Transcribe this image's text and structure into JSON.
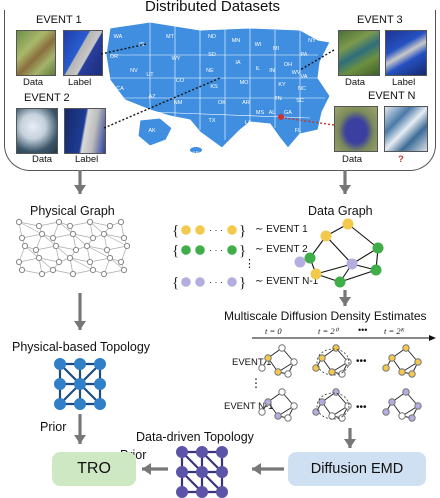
{
  "header": {
    "title": "Distributed Datasets"
  },
  "events": [
    {
      "title": "EVENT 1",
      "data_label": "Data",
      "label_label": "Label"
    },
    {
      "title": "EVENT 2",
      "data_label": "Data",
      "label_label": "Label"
    },
    {
      "title": "EVENT 3",
      "data_label": "Data",
      "label_label": "Label"
    },
    {
      "title": "EVENT N",
      "data_label": "Data",
      "label_label": "?"
    }
  ],
  "states": [
    "WA",
    "OR",
    "CA",
    "NV",
    "ID",
    "MT",
    "WY",
    "UT",
    "AZ",
    "CO",
    "NM",
    "ND",
    "SD",
    "NE",
    "KS",
    "OK",
    "TX",
    "MN",
    "IA",
    "MO",
    "AR",
    "LA",
    "WI",
    "IL",
    "MI",
    "IN",
    "OH",
    "KY",
    "TN",
    "MS",
    "AL",
    "GA",
    "FL",
    "SC",
    "NC",
    "VA",
    "WV",
    "PA",
    "NY",
    "AK",
    "HI"
  ],
  "physical_graph": {
    "title": "Physical Graph"
  },
  "data_graph": {
    "title": "Data Graph",
    "rows": [
      "EVENT 1",
      "EVENT 2",
      "EVENT N-1"
    ],
    "dots": "⋮",
    "ellipsis": "· · ·"
  },
  "multiscale": {
    "title": "Multiscale Diffusion Density Estimates",
    "t_labels": [
      "t = 0",
      "t = 2⁰",
      "•••",
      "t = 2ᴷ"
    ],
    "rows": [
      "EVENT 1",
      "EVENT N-1"
    ],
    "ellipsis": "•••",
    "vdots": "⋮"
  },
  "physical_topology": {
    "title": "Physical-based Topology"
  },
  "data_topology": {
    "title": "Data-driven Topology"
  },
  "prior_labels": [
    "Prior",
    "Prior"
  ],
  "tro": {
    "label": "TRO"
  },
  "diffusion_emd": {
    "label": "Diffusion EMD"
  },
  "colors": {
    "yellow": "#f2c94c",
    "green": "#3fae49",
    "lavender": "#b3aee0",
    "blue": "#2f7fc9",
    "purple": "#5b54a8",
    "arrow": "#777777",
    "map": "#3f8ee0",
    "dashed_red": "#c0392b"
  }
}
